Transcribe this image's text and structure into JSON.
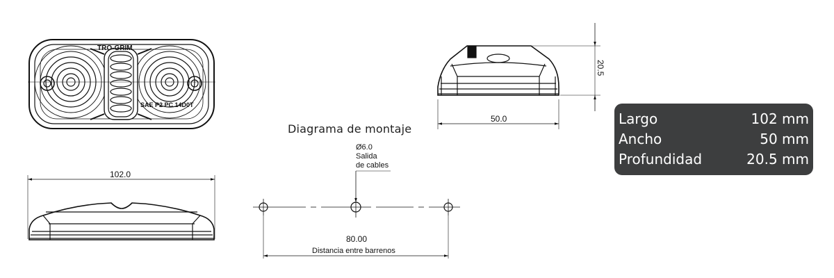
{
  "diagram_title": "Diagrama de montaje",
  "front_view": {
    "brand_marking": "TRO-GRIM",
    "part_marking": "SAE P2 PC 14D0T"
  },
  "top_view": {
    "width_label": "102.0"
  },
  "side_view": {
    "width_label": "50.0",
    "height_label": "20.5"
  },
  "mounting": {
    "hole_diameter": "Ø6.0",
    "cable_exit_line1": "Salida",
    "cable_exit_line2": "de cables",
    "hole_distance": "80.00",
    "hole_distance_label": "Distancia entre barrenos"
  },
  "specs": {
    "rows": [
      {
        "label": "Largo",
        "value": "102 mm"
      },
      {
        "label": "Ancho",
        "value": "50 mm"
      },
      {
        "label": "Profundidad",
        "value": "20.5 mm"
      }
    ]
  },
  "colors": {
    "line": "#111111",
    "spec_box_bg": "#3d3e3f",
    "spec_box_text": "#ffffff"
  }
}
